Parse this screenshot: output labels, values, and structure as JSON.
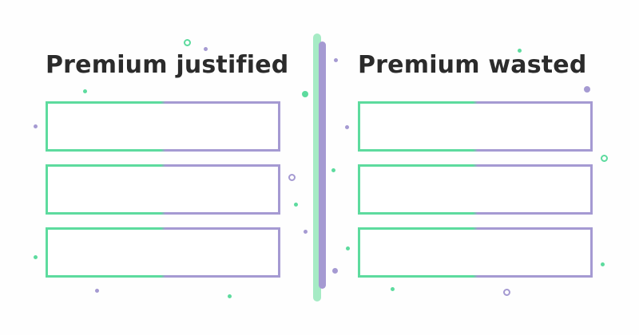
{
  "colors": {
    "green": "#5ddb9e",
    "purple": "#a59ad2",
    "divider_green": "#a6ebc5",
    "divider_purple": "#a59ad2",
    "text": "#2b2b2b"
  },
  "panels": [
    {
      "title": "Premium justified",
      "boxes": 3
    },
    {
      "title": "Premium wasted",
      "boxes": 3
    }
  ]
}
